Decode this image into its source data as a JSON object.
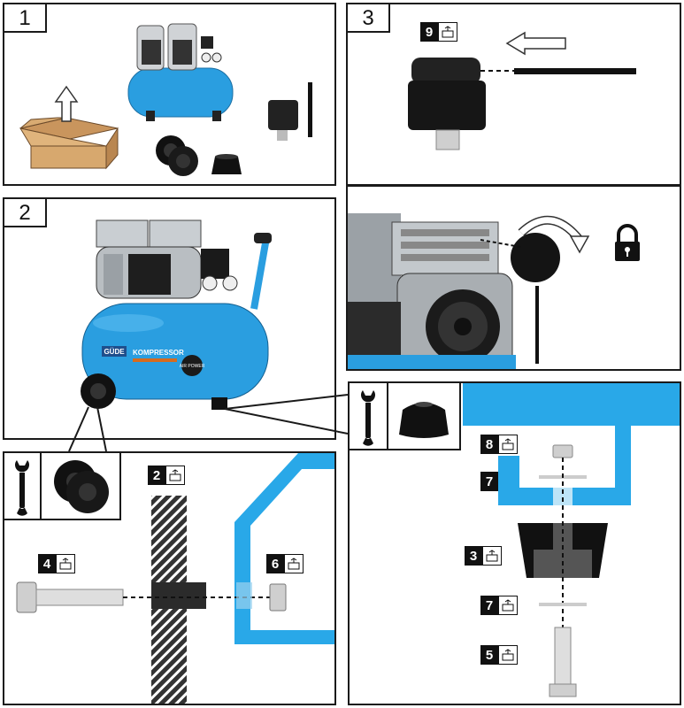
{
  "steps": [
    {
      "label": "1"
    },
    {
      "label": "2"
    },
    {
      "label": "3"
    }
  ],
  "parts": {
    "p2": "2",
    "p3": "3",
    "p4": "4",
    "p5": "5",
    "p6": "6",
    "p7a": "7",
    "p7b": "7",
    "p8": "8",
    "p9": "9"
  },
  "compressor": {
    "brand_logo": "GÜDE",
    "model_text": "KOMPRESSOR",
    "sticker_text": "AIR POWER"
  },
  "colors": {
    "tank_blue": "#2a9ee0",
    "frame_blue": "#29a8e8",
    "outline": "#1a1a1a"
  },
  "icons": [
    "arrow-up-icon",
    "arrow-left-icon",
    "rotate-arrow-icon",
    "lock-icon",
    "wrench-icon",
    "parts-box-icon"
  ]
}
